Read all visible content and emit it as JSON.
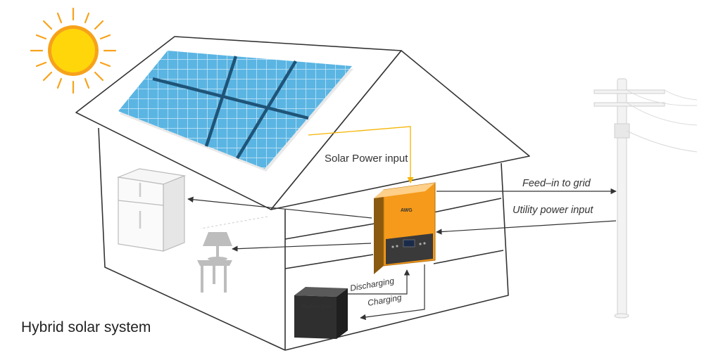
{
  "caption": "Hybrid solar system",
  "labels": {
    "solar_power_input": "Solar Power input",
    "feed_in_to_grid": "Feed–in to grid",
    "utility_power_input": "Utility power input",
    "discharging": "Discharging",
    "charging": "Charging",
    "battery_box": "Battery box",
    "inverter_brand": "AWG"
  },
  "colors": {
    "sun": "#FFD60A",
    "sun_ring": "#F7A21B",
    "panel": "#5BB5E3",
    "inverter": "#F59A1A",
    "wire": "#F5B400",
    "outline": "#333333"
  },
  "icons": [
    "sun-icon",
    "solar-panel-icon",
    "refrigerator-icon",
    "table-lamp-icon",
    "inverter-icon",
    "battery-box-icon",
    "utility-pole-icon"
  ]
}
